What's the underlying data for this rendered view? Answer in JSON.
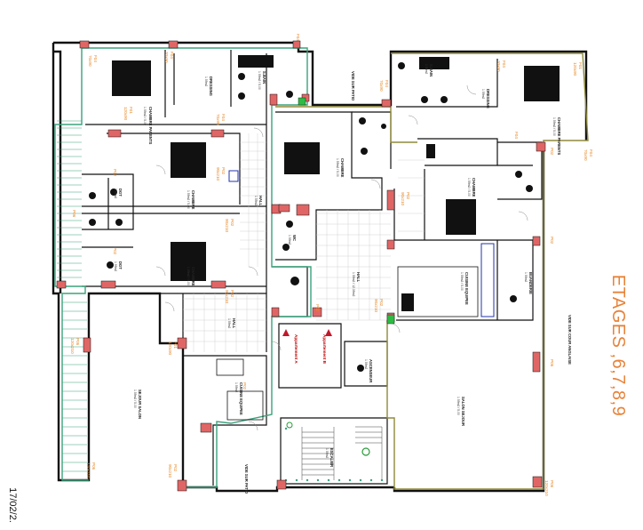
{
  "title": "ETAGES ,6,7,8,9",
  "date": "17/02/2.",
  "rooms": [
    {
      "label": "CHAMBRE PARENTS",
      "area": "1 59m2 / 5.00"
    },
    {
      "label": "S.BAIN",
      "area": "1 59m2 / 5.00"
    },
    {
      "label": "DRESSING",
      "area": "1 59m2"
    },
    {
      "label": "CHAMBRE",
      "area": "1 59m2 / 5.00"
    },
    {
      "label": "CHAMBRE",
      "area": "1 59m2 / 5.00"
    },
    {
      "label": "DGT",
      "area": "1 59m2"
    },
    {
      "label": "DGT",
      "area": "1 59m2"
    },
    {
      "label": "HALL",
      "area": "1 59m2"
    },
    {
      "label": "VIDE SUR PATIO",
      "area": ""
    },
    {
      "label": "CHAMBRE",
      "area": "1 59m2 / 5.00"
    },
    {
      "label": "WC",
      "area": "1 59m2"
    },
    {
      "label": "HALL",
      "area": "1 59m2 / 12.39m2"
    },
    {
      "label": "CUISINE EQUIPEE",
      "area": "1 59m2 / 5.00"
    },
    {
      "label": "BUANDERIE",
      "area": "1 59m2"
    },
    {
      "label": "SALON SEJOUR",
      "area": "1 59m2 / 5.00"
    },
    {
      "label": "SEJOUR SALON",
      "area": "1 59m2 / 5.00"
    },
    {
      "label": "CUISINE EQUIPEE",
      "area": "1 59m2"
    },
    {
      "label": "HALL",
      "area": "1 59m2"
    },
    {
      "label": "ASCENSEUR",
      "area": "1 59m2"
    },
    {
      "label": "ESCALIER",
      "area": "1 59m2"
    },
    {
      "label": "VIDE SUR PATIO",
      "area": ""
    },
    {
      "label": "CHAMBRE PARENTS",
      "area": "1 59m2 / 5.00"
    },
    {
      "label": "S.BAIN",
      "area": "1 59m2"
    },
    {
      "label": "DRESSING",
      "area": "1 59m2"
    },
    {
      "label": "CHAMBRE",
      "area": "1 59m2 / 5.00"
    },
    {
      "label": "VIDE SUR COUR ANGLAISE",
      "area": ""
    }
  ],
  "callouts": {
    "appt_a": "Appartement A",
    "appt_b": "Appartement B",
    "window_a": "F04",
    "window_a_size": "70x90",
    "window_b": "P06",
    "window_b_size": "120x210",
    "window_c": "F01",
    "window_c_size": "120x90",
    "window_d": "P02",
    "window_d_size": "90x210"
  },
  "colors": {
    "wall": "#111111",
    "apt_a_outline": "#3aa37c",
    "apt_b_outline": "#8f8a3a",
    "column": "#e06666",
    "annotation": "#e88a2a",
    "title": "#e8833a"
  }
}
